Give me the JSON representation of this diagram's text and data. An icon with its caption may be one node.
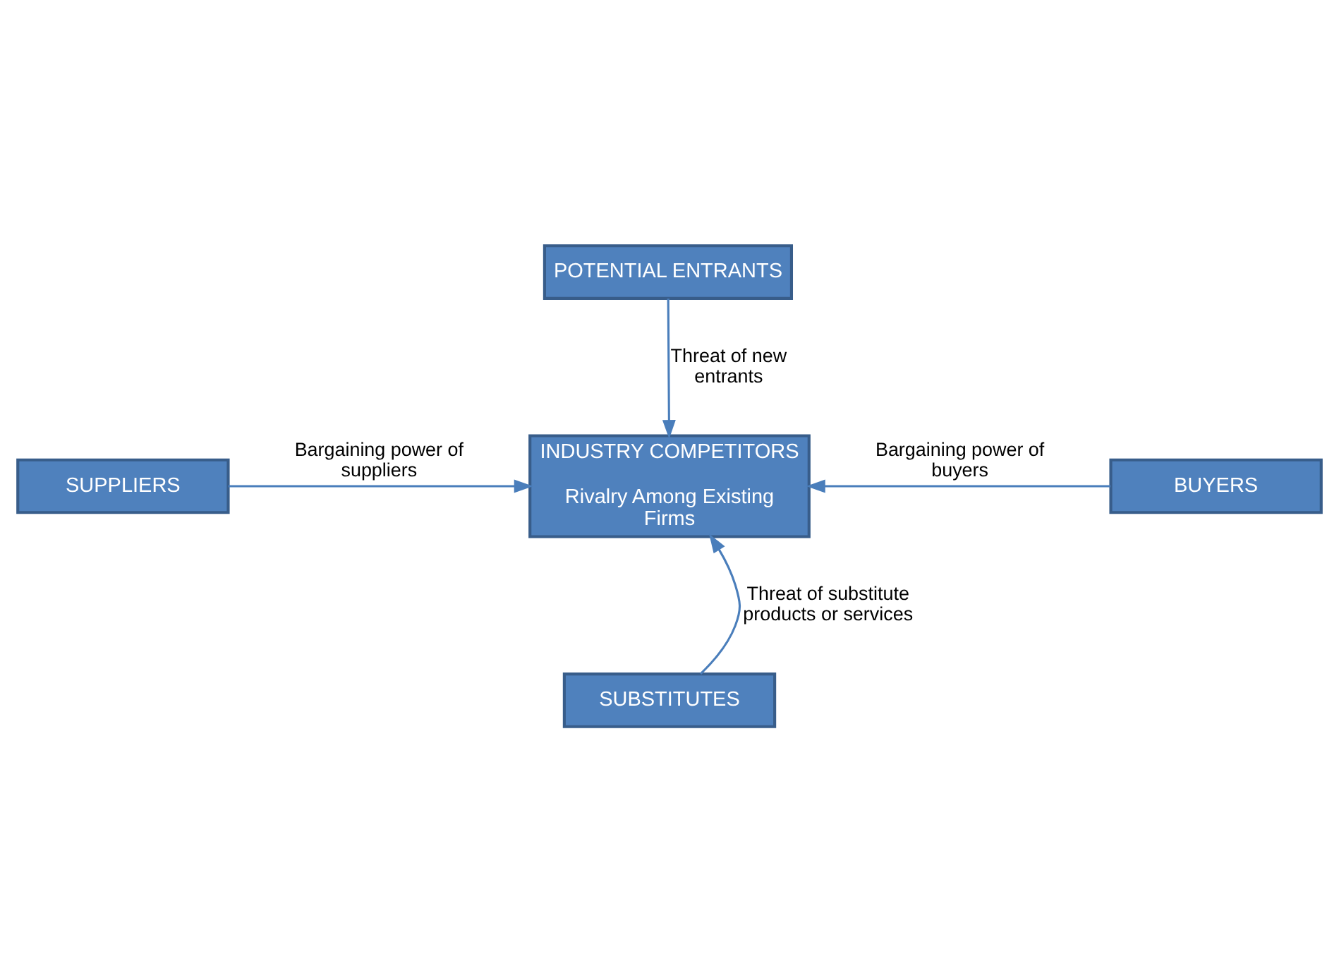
{
  "diagram": {
    "nodes": [
      {
        "text": [
          "POTENTIAL ENTRANTS"
        ]
      },
      {
        "text": [
          "SUPPLIERS"
        ]
      },
      {
        "text": [
          "INDUSTRY COMPETITORS",
          "Rivalry Among Existing Firms"
        ]
      },
      {
        "text": [
          "BUYERS"
        ]
      },
      {
        "text": [
          "SUBSTITUTES"
        ]
      }
    ],
    "edges": [
      {
        "from": 0,
        "to": 2,
        "arrow": "to",
        "label": "Threat of new entrants"
      },
      {
        "from": 1,
        "to": 2,
        "arrow": "to",
        "label": "Bargaining power of suppliers"
      },
      {
        "from": 3,
        "to": 2,
        "arrow": "to",
        "label": "Bargaining power of buyers"
      },
      {
        "from": 4,
        "to": 2,
        "arrow": "to",
        "label": "Threat of substitute products or services"
      }
    ]
  }
}
